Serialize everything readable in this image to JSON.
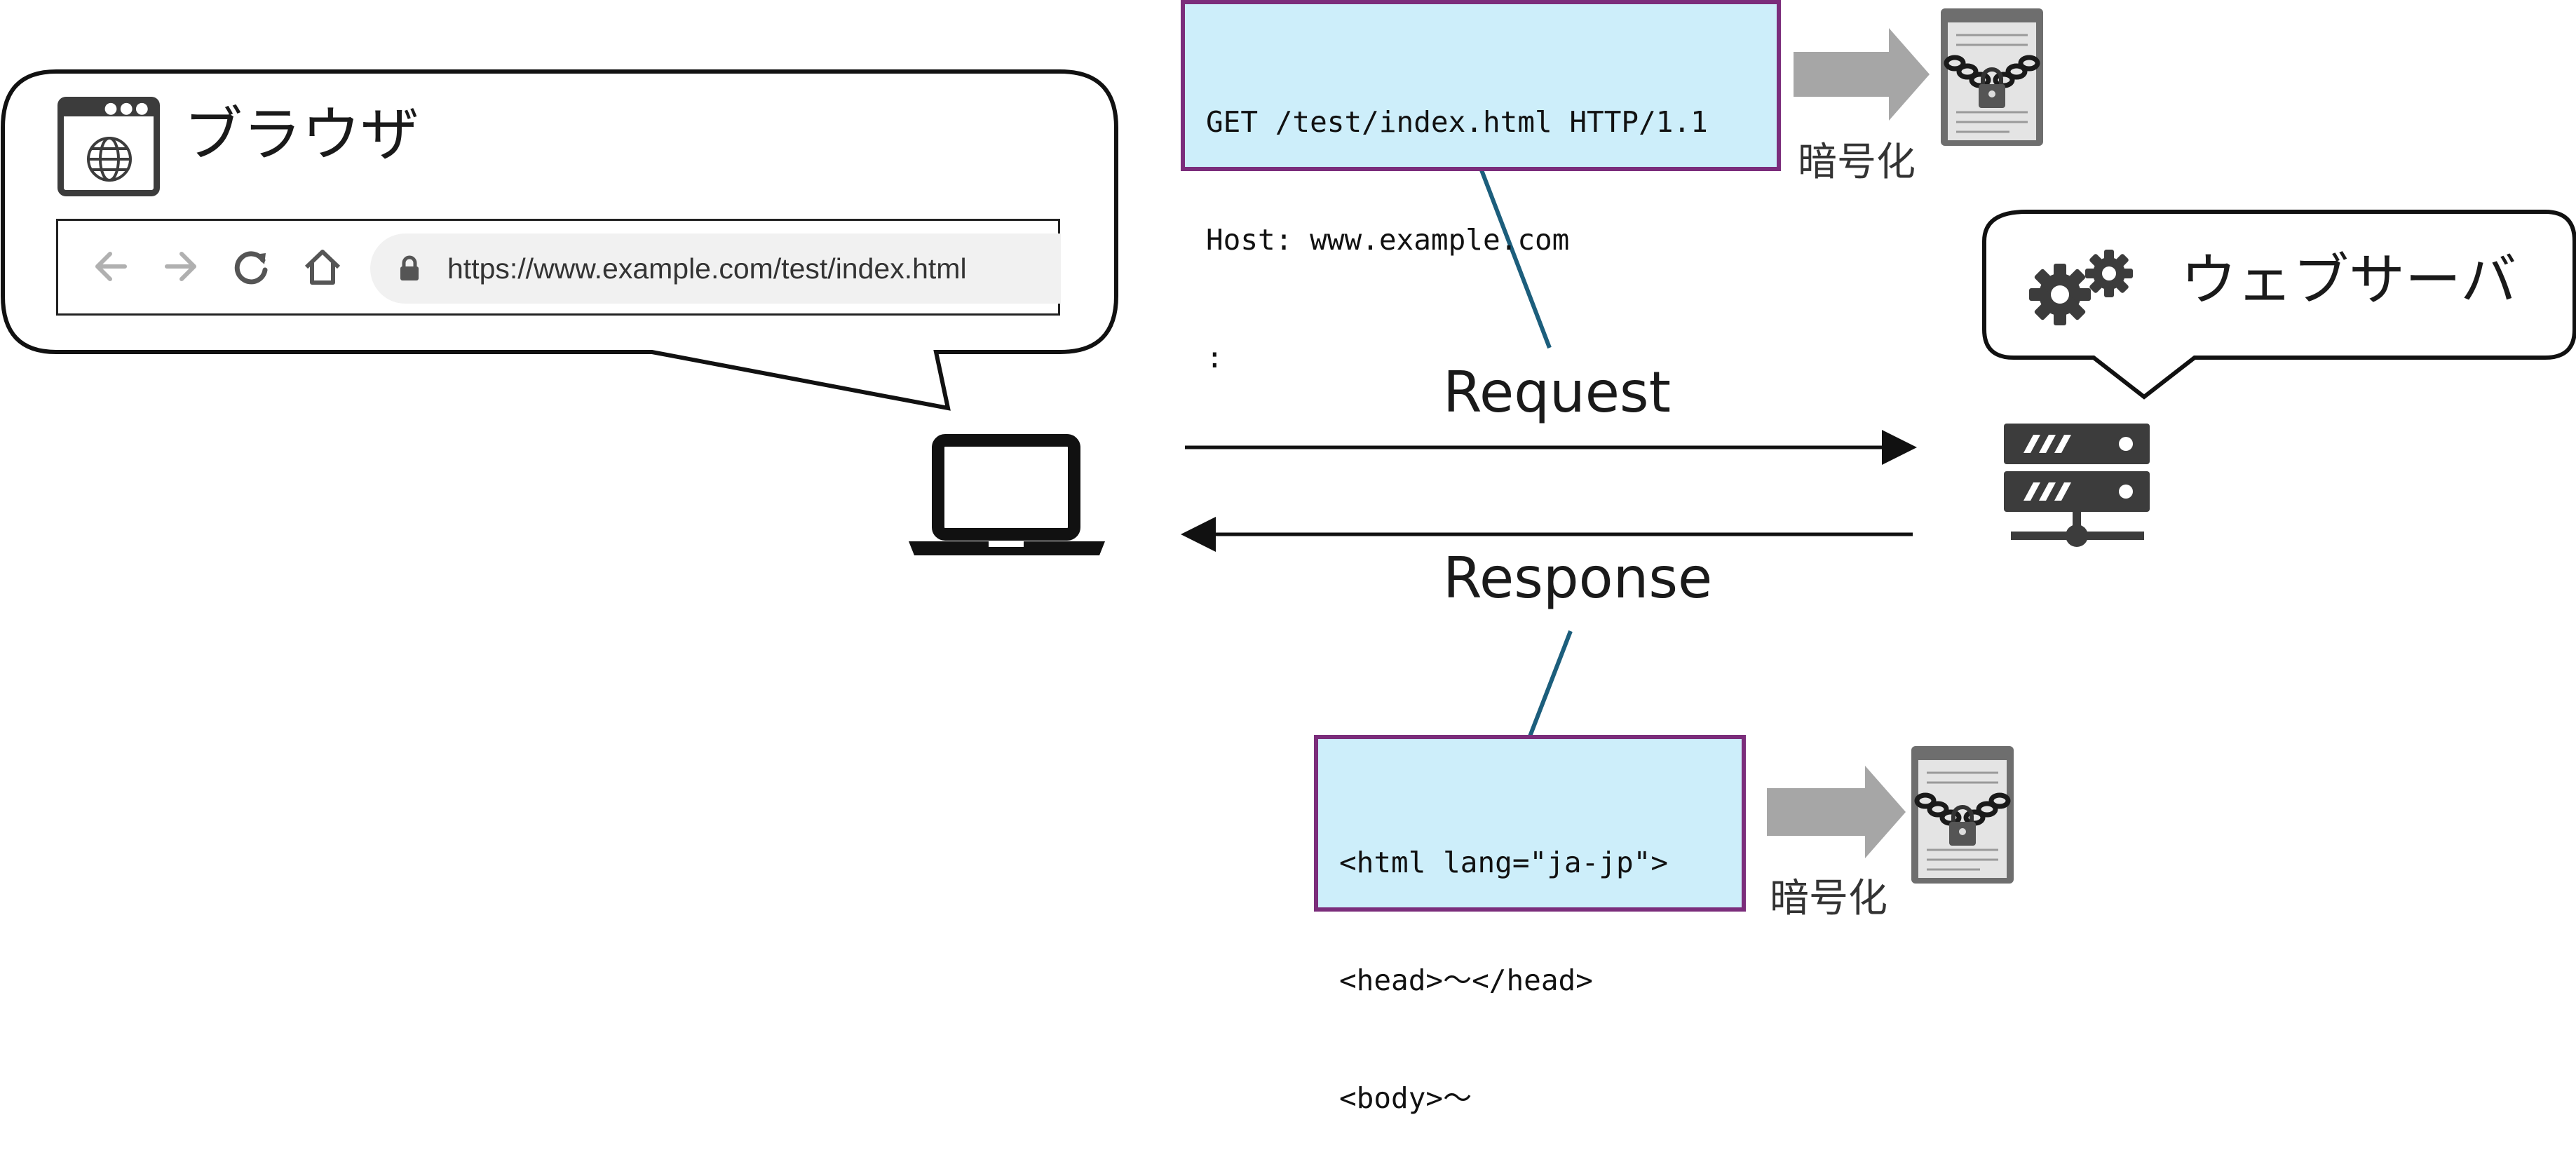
{
  "browser": {
    "title": "ブラウザ",
    "url": "https://www.example.com/test/index.html"
  },
  "server": {
    "title": "ウェブサーバ"
  },
  "flows": {
    "request_label": "Request",
    "response_label": "Response"
  },
  "request_box": {
    "lines": [
      "GET /test/index.html HTTP/1.1",
      "Host: www.example.com",
      ":"
    ]
  },
  "response_box": {
    "lines": [
      "<html lang=\"ja-jp\">",
      "<head>〜</head>",
      "<body>〜"
    ]
  },
  "encryption": {
    "request_label": "暗号化",
    "response_label": "暗号化"
  },
  "colors": {
    "box_fill": "#cdeefa",
    "box_border": "#7b2d7b",
    "connector": "#1c5e7c",
    "arrow_gray": "#a6a6a6",
    "icon_dark": "#3c3c3c"
  }
}
